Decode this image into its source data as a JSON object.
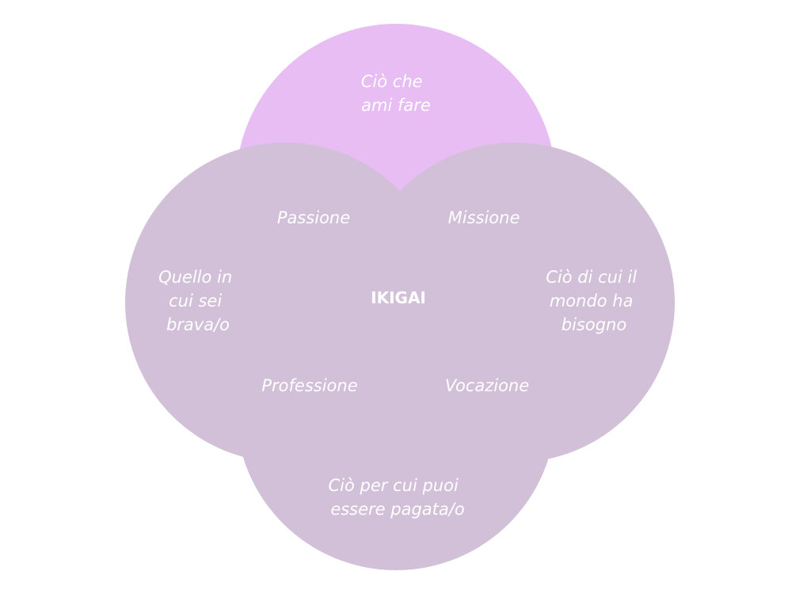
{
  "colors": {
    "top": "#E7BDF3",
    "left": "#D2C0D9",
    "right": "#D2C0D9",
    "bottom": "#D2C0D9",
    "text": "#FFFFFF"
  },
  "circles": {
    "top": {
      "lines": [
        "Ciò che",
        "ami fare"
      ]
    },
    "left": {
      "lines": [
        "Quello in",
        "cui sei",
        "brava/o"
      ]
    },
    "right": {
      "lines": [
        "Ciò di cui il",
        "mondo ha",
        "bisogno"
      ]
    },
    "bottom": {
      "lines": [
        "Ciò per cui puoi",
        "essere pagata/o"
      ]
    }
  },
  "intersections": {
    "passione": "Passione",
    "missione": "Missione",
    "professione": "Professione",
    "vocazione": "Vocazione"
  },
  "center": "IKIGAI"
}
